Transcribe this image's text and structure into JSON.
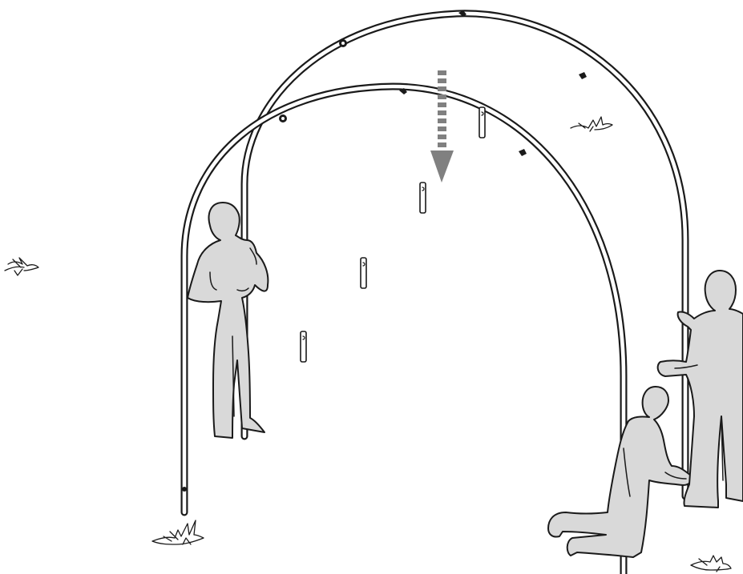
{
  "figure": {
    "subject": "polytunnel-hoop-frame-assembly",
    "hoop_count": 2,
    "ground_stake_count": 4,
    "person_count": 3,
    "grass_tuft_count": 4,
    "arrow_direction": "down",
    "colors": {
      "outline": "#1a1a1a",
      "figure_fill": "#d9d9d9",
      "arrow": "#808080",
      "background": "#ffffff"
    }
  }
}
